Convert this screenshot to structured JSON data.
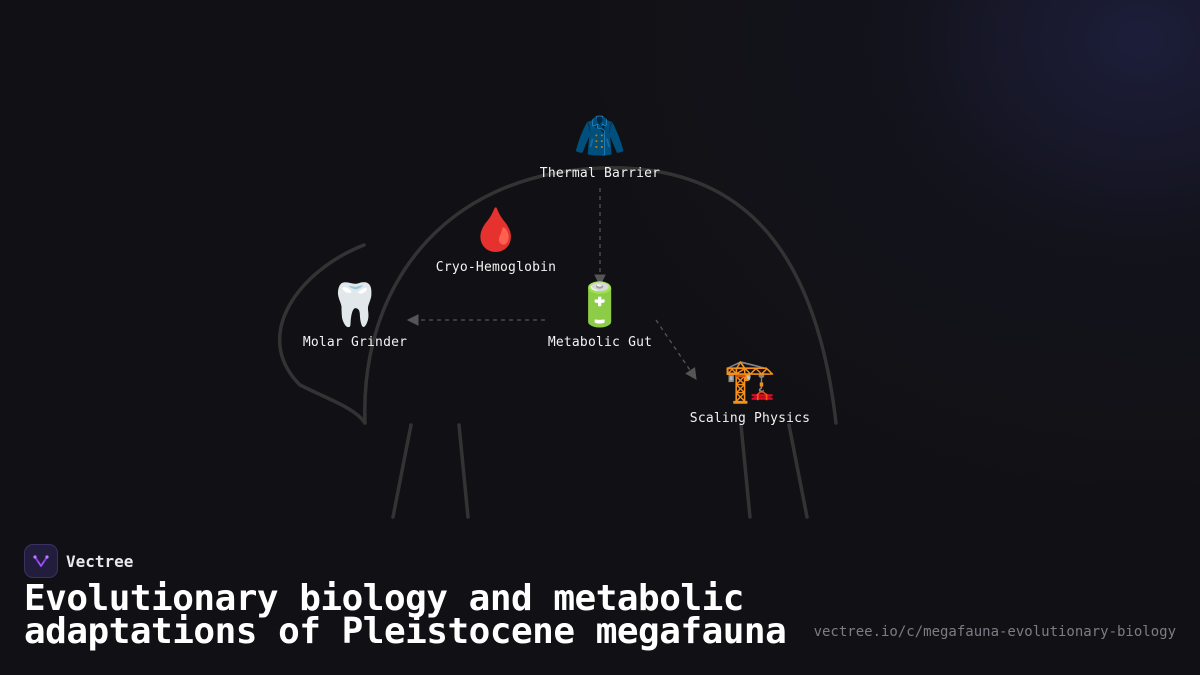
{
  "brand": {
    "name": "Vectree"
  },
  "title": "Evolutionary biology and metabolic adaptations of Pleistocene megafauna",
  "url": "vectree.io/c/megafauna-evolutionary-biology",
  "diagram": {
    "nodes": [
      {
        "id": "thermal",
        "label": "Thermal Barrier",
        "icon": "coat-icon",
        "emoji": "🧥"
      },
      {
        "id": "cryo",
        "label": "Cryo-Hemoglobin",
        "icon": "blood-drop-icon",
        "emoji": "🩸"
      },
      {
        "id": "molar",
        "label": "Molar Grinder",
        "icon": "tooth-icon",
        "emoji": "🦷"
      },
      {
        "id": "gut",
        "label": "Metabolic Gut",
        "icon": "battery-icon",
        "emoji": "🔋"
      },
      {
        "id": "scaling",
        "label": "Scaling Physics",
        "icon": "crane-icon",
        "emoji": "🏗️"
      }
    ],
    "edges": [
      {
        "from": "thermal",
        "to": "gut"
      },
      {
        "from": "gut",
        "to": "molar"
      },
      {
        "from": "gut",
        "to": "scaling"
      }
    ],
    "colors": {
      "silhouette": "#333333",
      "edge": "#555555",
      "label": "#f2f2f2",
      "logo_accent": "#a64dff"
    }
  }
}
